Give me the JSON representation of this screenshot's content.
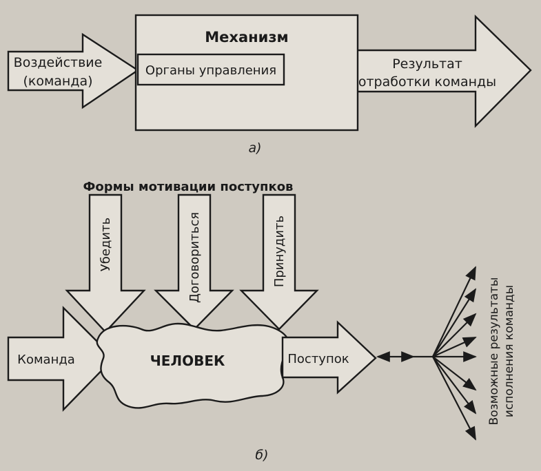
{
  "diagram_a": {
    "input_arrow_label_line1": "Воздействие",
    "input_arrow_label_line2": "(команда)",
    "mechanism_title": "Механизм",
    "control_organs_label": "Органы управления",
    "output_arrow_label_line1": "Результат",
    "output_arrow_label_line2": "отработки команды",
    "caption": "а)"
  },
  "diagram_b": {
    "motivation_forms_title": "Формы мотивации поступков",
    "motivation_arrows": [
      "Убедить",
      "Договориться",
      "Принудить"
    ],
    "command_arrow_label": "Команда",
    "human_label": "ЧЕЛОВЕК",
    "deed_arrow_label": "Поступок",
    "results_label_line1": "Возможные результаты",
    "results_label_line2": "исполнения команды",
    "caption": "б)"
  },
  "colors": {
    "background": "#cfcac1",
    "fill": "#e4e0d8",
    "ink": "#1b1b1b"
  }
}
